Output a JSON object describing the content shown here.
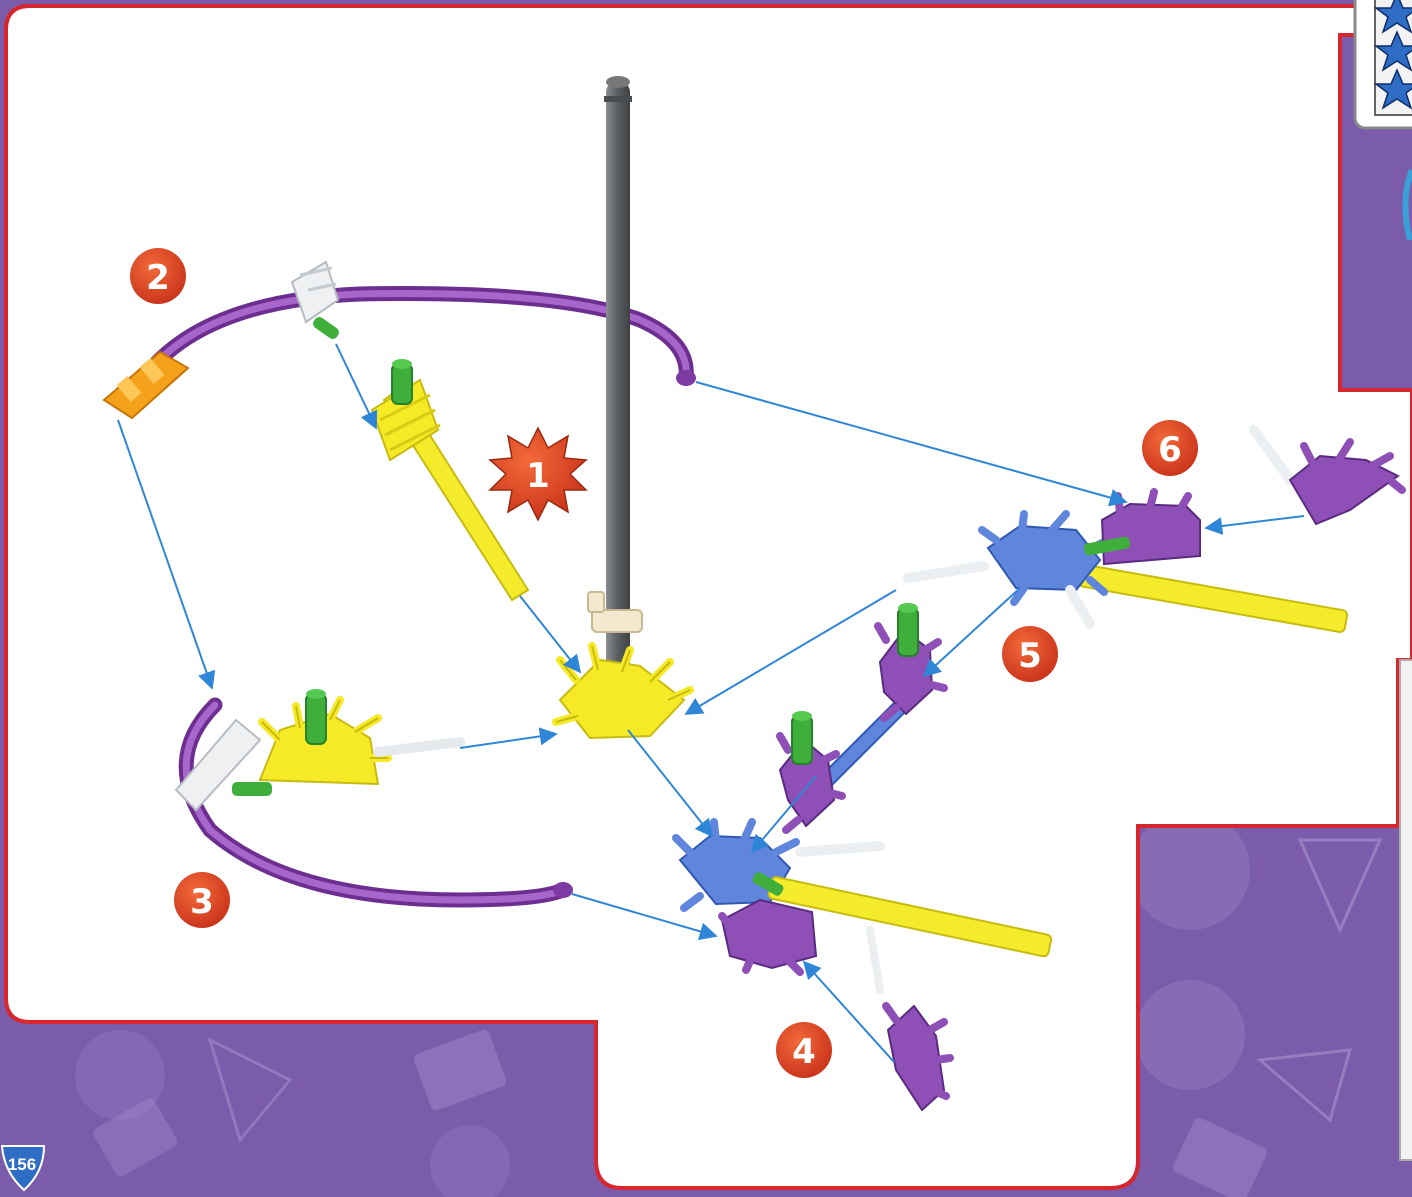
{
  "page": {
    "page_number": "156",
    "difficulty_icon": "star-icon"
  },
  "steps": [
    {
      "label": "1",
      "badge": "starburst"
    },
    {
      "label": "2",
      "badge": "circle"
    },
    {
      "label": "3",
      "badge": "circle"
    },
    {
      "label": "4",
      "badge": "circle"
    },
    {
      "label": "5",
      "badge": "circle"
    },
    {
      "label": "6",
      "badge": "circle"
    }
  ],
  "colors": {
    "background": "#7a5cab",
    "panel_border": "#d8262e",
    "step_badge": "#e04a1e",
    "arrow": "#2f86d6",
    "rod_grey": "#5d6064",
    "rod_yellow": "#f4ec2a",
    "connector_purple": "#8e4fb6",
    "connector_blue": "#5f86dc",
    "connector_yellow": "#f6ea27",
    "connector_orange": "#f5a21b",
    "connector_green": "#3fae3a",
    "rod_purple_flexible": "#8f49b0"
  }
}
